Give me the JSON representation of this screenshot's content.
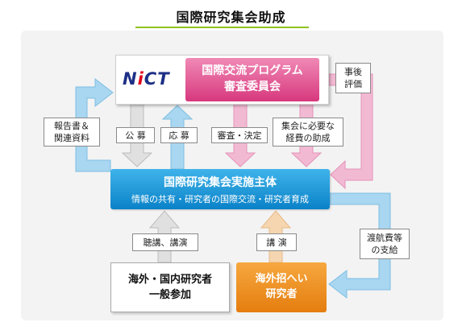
{
  "title": "国際研究集会助成",
  "nict_logo": {
    "text_before": "N",
    "text_i": "i",
    "text_after": "CT"
  },
  "committee": {
    "line1": "国際交流プログラム",
    "line2": "審査委員会"
  },
  "labels": {
    "report": {
      "line1": "報告書＆",
      "line2": "関連資料"
    },
    "public_offer": "公 募",
    "apply": "応 募",
    "review": "審査・決定",
    "funding": {
      "line1": "集会に必要な",
      "line2": "経費の助成"
    },
    "post_eval": {
      "line1": "事後",
      "line2": "評価"
    },
    "listen": "聴講、講演",
    "lecture": "講 演",
    "travel": {
      "line1": "渡航費等",
      "line2": "の支給"
    }
  },
  "organizer": {
    "title": "国際研究集会実施主体",
    "subtitle": "情報の共有・研究者の国際交流・研究者育成"
  },
  "participants": {
    "line1": "海外・国内研究者",
    "line2": "一般参加"
  },
  "invited": {
    "line1": "海外招へい",
    "line2": "研究者"
  },
  "colors": {
    "accent_green": "#8fc31f",
    "committee_pink": "#e0568f",
    "organizer_blue": "#1a96d8",
    "invited_orange": "#ee9226",
    "arrow_blue": "#a9d6f0",
    "arrow_pink": "#f2b9d3",
    "arrow_gray": "#e0e0e0",
    "arrow_peach": "#f5d6b0"
  }
}
